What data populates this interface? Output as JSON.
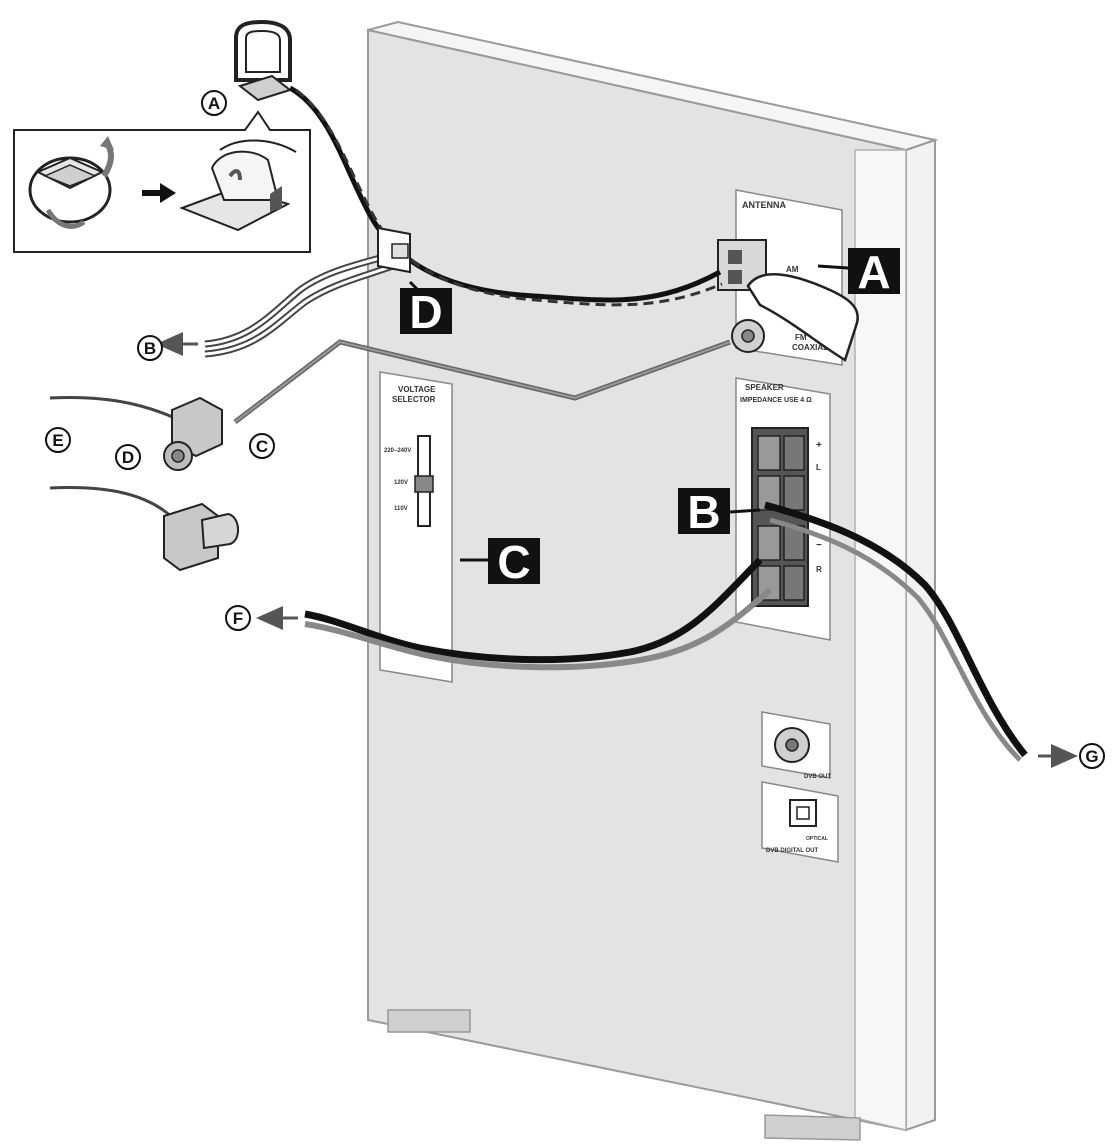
{
  "colors": {
    "background": "#ffffff",
    "unit_body": "#e3e3e3",
    "unit_side": "#f1f1f1",
    "outline": "#222222",
    "callout_box": "#111111",
    "callout_text": "#ffffff"
  },
  "callouts": {
    "a": "A",
    "b": "B",
    "c": "C",
    "d": "D"
  },
  "circled": {
    "a": "A",
    "b": "B",
    "c": "C",
    "d": "D",
    "e": "E",
    "f": "F",
    "g": "G"
  },
  "panel_labels": {
    "antenna": "ANTENNA",
    "am": "AM",
    "fm": "FM",
    "coaxial": "COAXIAL",
    "speaker": "SPEAKER",
    "speaker_impedance": "IMPEDANCE USE 4 Ω",
    "voltage_selector_1": "VOLTAGE",
    "voltage_selector_2": "SELECTOR",
    "voltage_220": "220–240V",
    "voltage_120": "120V",
    "voltage_110": "110V",
    "plus": "+",
    "minus": "−",
    "l": "L",
    "r": "R",
    "dvb_out": "DVB OUT",
    "optical": "OPTICAL",
    "digital_out": "DVB DIGITAL OUT"
  }
}
